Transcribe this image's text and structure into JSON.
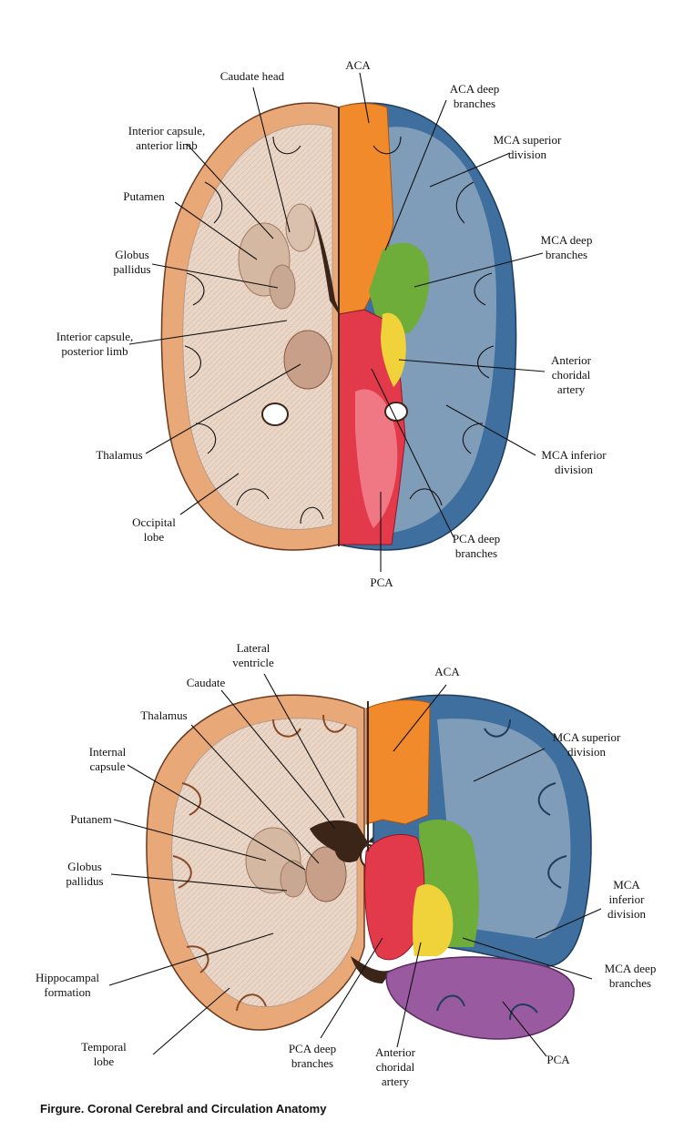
{
  "caption": "Firgure. Coronal Cerebral and Circulation Anatomy",
  "colors": {
    "aca": "#f08a2a",
    "mca": "#3e6f9e",
    "mca_deep": "#6fad3a",
    "pca": "#e23a4a",
    "anterior_choroidal": "#f0d23a",
    "pca_coronal": "#9a5aa0",
    "cortex": "#e9a877",
    "white_matter": "#ead7c8",
    "ventricle": "#3b2418"
  },
  "axial": {
    "left_labels": {
      "caudate_head": "Caudate head",
      "interior_capsule_anterior": "Interior capsule,\nanterior limb",
      "putamen": "Putamen",
      "globus_pallidus": "Globus\npallidus",
      "interior_capsule_posterior": "Interior capsule,\nposterior limb",
      "thalamus": "Thalamus",
      "occipital_lobe": "Occipital\nlobe"
    },
    "right_labels": {
      "aca": "ACA",
      "aca_deep": "ACA deep\nbranches",
      "mca_superior": "MCA superior\ndivision",
      "mca_deep": "MCA deep\nbranches",
      "anterior_choridal": "Anterior\nchoridal\nartery",
      "mca_inferior": "MCA inferior\ndivision",
      "pca_deep": "PCA deep\nbranches",
      "pca": "PCA"
    }
  },
  "coronal": {
    "left_labels": {
      "lateral_ventricle": "Lateral\nventricle",
      "caudate": "Caudate",
      "thalamus": "Thalamus",
      "internal_capsule": "Internal\ncapsule",
      "putanem": "Putanem",
      "globus_pallidus": "Globus\npallidus",
      "hippocampal_formation": "Hippocampal\nformation",
      "temporal_lobe": "Temporal\nlobe"
    },
    "right_labels": {
      "aca": "ACA",
      "mca_superior": "MCA superior\ndivision",
      "mca_inferior": "MCA\ninferior\ndivision",
      "mca_deep": "MCA deep\nbranches",
      "pca": "PCA",
      "pca_deep": "PCA deep\nbranches",
      "anterior_choridal": "Anterior\nchoridal\nartery"
    }
  }
}
